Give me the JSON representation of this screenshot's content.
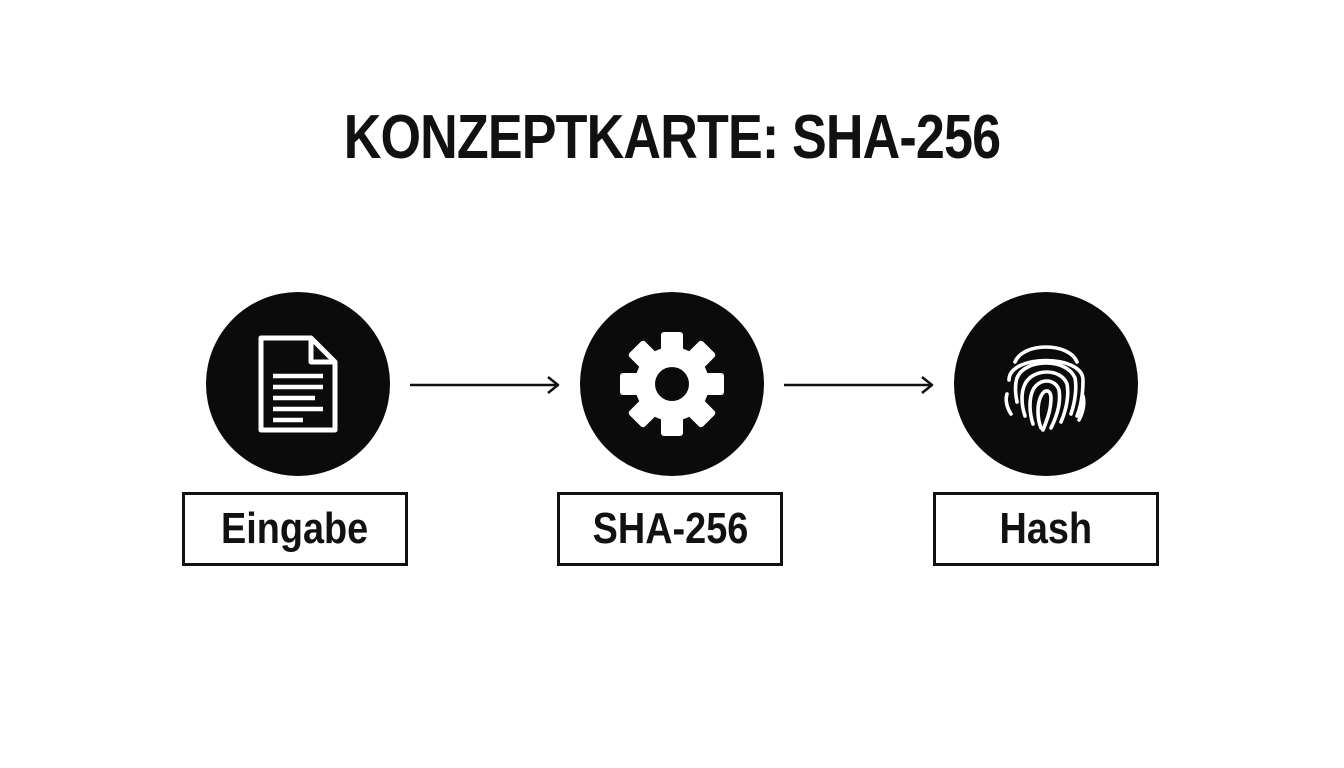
{
  "title": "KONZEPTKARTE: SHA-256",
  "nodes": [
    {
      "label": "Eingabe",
      "icon": "document-icon"
    },
    {
      "label": "SHA-256",
      "icon": "gear-icon"
    },
    {
      "label": "Hash",
      "icon": "fingerprint-icon"
    }
  ],
  "colors": {
    "background": "#ffffff",
    "ink": "#0b0b0b"
  }
}
